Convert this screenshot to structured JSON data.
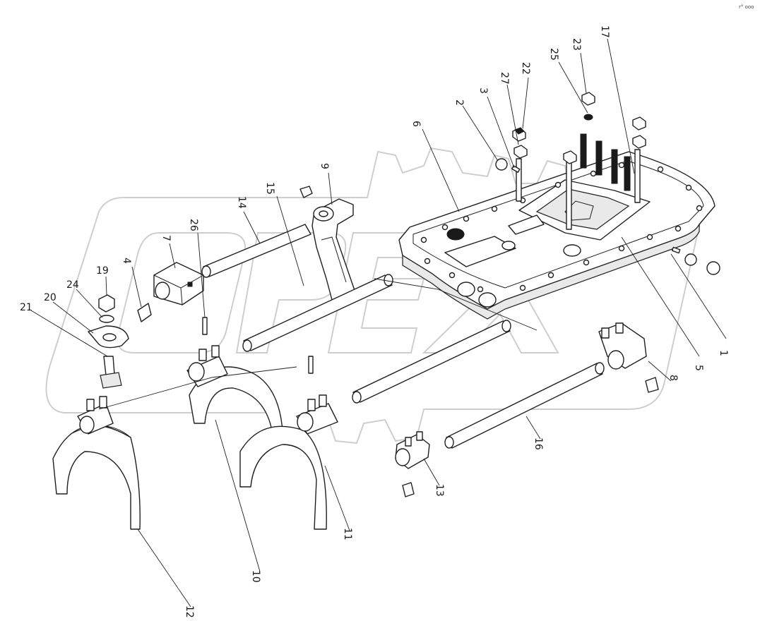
{
  "corner_mark": "r° ooo",
  "watermark": {
    "text": "OPEX"
  },
  "labels": {
    "l1": "1",
    "l2": "2",
    "l3": "3",
    "l4": "4",
    "l5": "5",
    "l6": "6",
    "l7": "7",
    "l8": "8",
    "l9": "9",
    "l10": "10",
    "l11": "11",
    "l12": "12",
    "l13": "13",
    "l14": "14",
    "l15": "15",
    "l16": "16",
    "l17": "17",
    "l19": "19",
    "l20": "20",
    "l21": "21",
    "l22": "22",
    "l23": "23",
    "l24": "24",
    "l25": "25",
    "l26": "26",
    "l27": "27"
  }
}
